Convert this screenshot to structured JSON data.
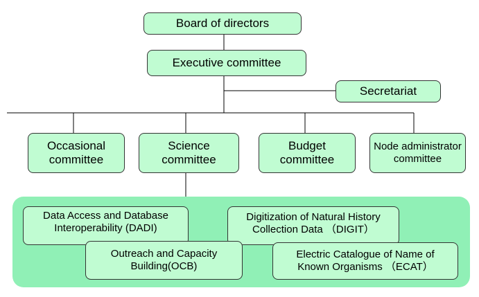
{
  "nodes": {
    "board": "Board of directors",
    "executive": "Executive committee",
    "secretariat": "Secretariat",
    "occasional": [
      "Occasional",
      "committee"
    ],
    "science": [
      "Science",
      "committee"
    ],
    "budget": [
      "Budget",
      "committee"
    ],
    "node_admin": [
      "Node administrator",
      "committee"
    ]
  },
  "working_groups": {
    "dadi": [
      "Data Access and Database",
      "Interoperability (DADI)"
    ],
    "ocb": [
      "Outreach and Capacity",
      "Building(OCB)"
    ],
    "digit": [
      "Digitization of Natural History",
      "Collection Data （DIGIT）"
    ],
    "ecat": [
      "Electric Catalogue of Name of",
      "Known Organisms （ECAT）"
    ]
  },
  "colors": {
    "box": "#c0fcd2",
    "panel": "#90f0b6",
    "line": "#000000"
  }
}
